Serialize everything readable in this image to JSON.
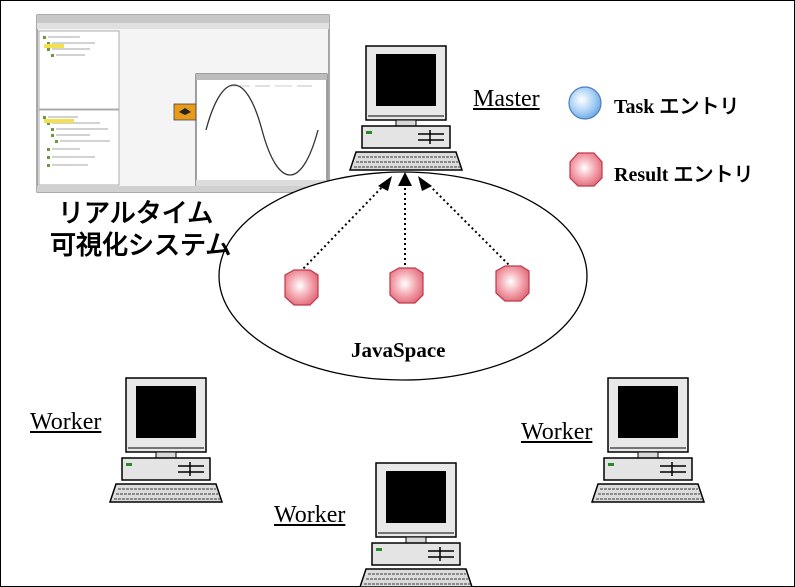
{
  "screenshot_caption": [
    "リアルタイム",
    "可視化システム"
  ],
  "nodes": {
    "master": "Master",
    "worker_left": "Worker",
    "worker_right": "Worker",
    "worker_bottom": "Worker"
  },
  "space_label": "JavaSpace",
  "legend": {
    "task": "Task エントリ",
    "result": "Result エントリ"
  },
  "colors": {
    "task_fill": "#9cc8f2",
    "result_fill": "#f08f9a",
    "border": "#000000"
  },
  "icons": [
    "computer-icon",
    "hexagon-result-icon",
    "circle-task-icon",
    "arrowhead-icon"
  ]
}
